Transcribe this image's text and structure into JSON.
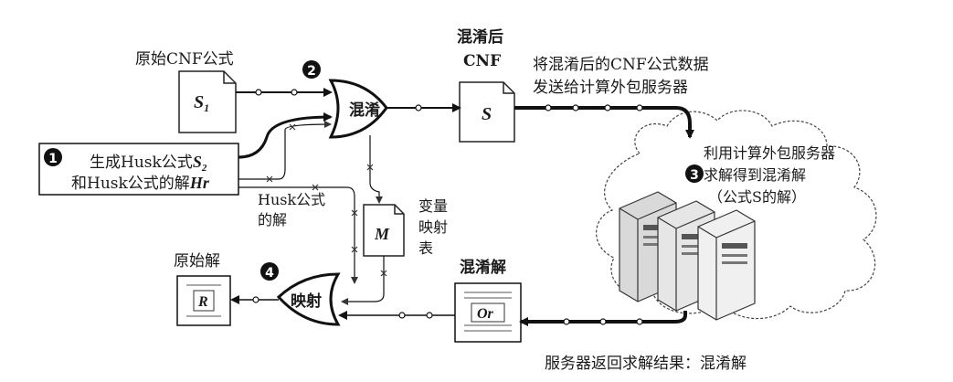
{
  "labels": {
    "original_cnf": "原始CNF公式",
    "s1": "S",
    "s1_sub": "1",
    "obfuscate_gate": "混淆",
    "obfuscated_cnf_line1": "混淆后",
    "obfuscated_cnf_line2": "CNF",
    "s_doc": "S",
    "send_line1": "将混淆后的CNF公式数据",
    "send_line2": "发送给计算外包服务器",
    "gen_husk": "生成Husk公式",
    "s2": "S",
    "s2_sub": "2",
    "husk_and_solution": "和Husk公式的解",
    "hr": "Hr",
    "husk_solution_line1": "Husk公式",
    "husk_solution_line2": "的解",
    "var_map_line1": "变量",
    "var_map_line2": "映射",
    "var_map_line3": "表",
    "m_doc": "M",
    "server_line1": "利用计算外包服务器",
    "server_line2": "求解得到混淆解",
    "server_line3": "（公式S的解）",
    "original_solution": "原始解",
    "r_doc": "R",
    "map_gate": "映射",
    "obfuscated_solution": "混淆解",
    "or_doc": "Or",
    "return_caption": "服务器返回求解结果：混淆解"
  },
  "steps": [
    "1",
    "2",
    "3",
    "4"
  ]
}
